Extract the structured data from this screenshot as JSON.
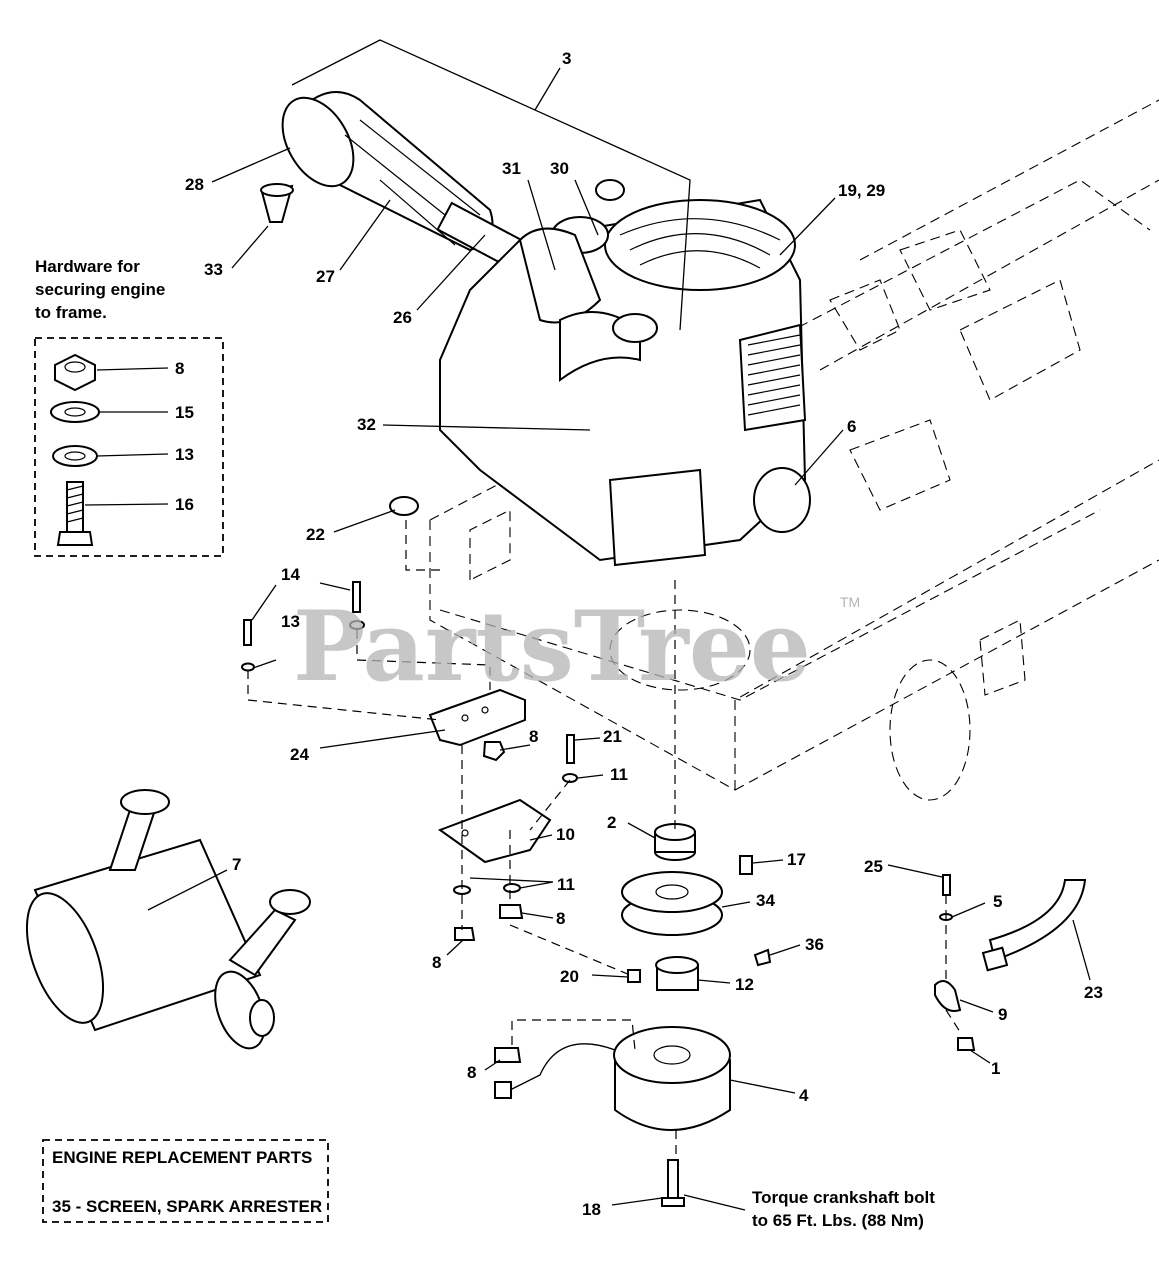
{
  "watermark": {
    "brand": "PartsTree",
    "trademark": "TM"
  },
  "hardware_caption": [
    "Hardware for",
    "securing engine",
    "to frame."
  ],
  "hardware_parts": [
    "8",
    "15",
    "13",
    "16"
  ],
  "replacement_box": {
    "title": "ENGINE REPLACEMENT PARTS",
    "item": "35 - SCREEN, SPARK ARRESTER"
  },
  "torque_note": [
    "Torque crankshaft bolt",
    "to 65 Ft. Lbs. (88 Nm)"
  ],
  "callouts": {
    "c3": "3",
    "c28": "28",
    "c33": "33",
    "c27": "27",
    "c26": "26",
    "c31": "31",
    "c30": "30",
    "c1929": "19, 29",
    "c32": "32",
    "c6": "6",
    "c22": "22",
    "c14": "14",
    "c13": "13",
    "c24": "24",
    "c8a": "8",
    "c21": "21",
    "c11a": "11",
    "c10": "10",
    "c2": "2",
    "c17": "17",
    "c11b": "11",
    "c34": "34",
    "c8b": "8",
    "c36": "36",
    "c8c": "8",
    "c20": "20",
    "c12": "12",
    "c25": "25",
    "c5": "5",
    "c23": "23",
    "c9": "9",
    "c1": "1",
    "c7": "7",
    "c8d": "8",
    "c4": "4",
    "c18": "18"
  }
}
